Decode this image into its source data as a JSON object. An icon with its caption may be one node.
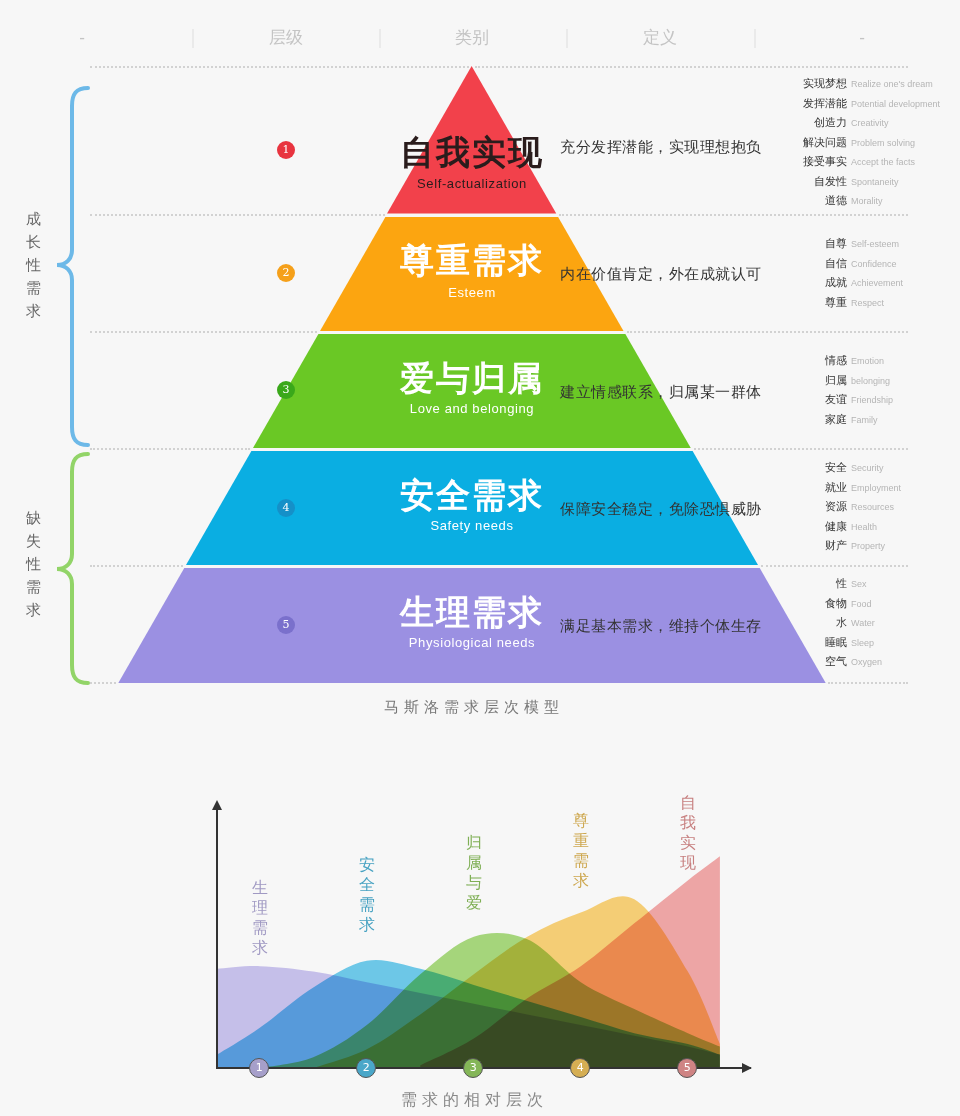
{
  "diagram": {
    "caption": "马斯洛需求层次模型",
    "nodes": [
      {
        "text": [
          "自我实现",
          "Self-actualization"
        ],
        "beside": [
          "充分发挥潜能，实现理想抱负"
        ]
      },
      {
        "text": [
          "1"
        ]
      },
      {
        "text": [
          "尊重需求",
          "Esteem"
        ],
        "beside": [
          "内在价值肯定，外在成就认可"
        ]
      },
      {
        "text": [
          "2"
        ]
      },
      {
        "text": [
          "爱与归属",
          "Love and belonging"
        ],
        "beside": [
          "建立情感联系，归属某一群体"
        ]
      },
      {
        "text": [
          "3"
        ]
      },
      {
        "text": [
          "安全需求",
          "Safety needs"
        ],
        "beside": [
          "保障安全稳定，免除恐惧威胁"
        ]
      },
      {
        "text": [
          "4"
        ],
        "in": 6
      },
      {
        "text": [
          "生理需求",
          "Physiological needs"
        ],
        "beside": [
          "满足基本需求，维持个体生存"
        ]
      },
      {
        "text": [
          "5"
        ],
        "in": 8
      }
    ],
    "labels": [
      "-",
      "层级",
      "类别",
      "定义",
      "-",
      "成长性需求",
      "缺失性需求",
      "实现梦想",
      "Realize one's dream",
      "发挥潜能",
      "Potential development",
      "创造力",
      "Creativity",
      "解决问题",
      "Problem solving",
      "接受事实",
      "Accept the facts",
      "自发性",
      "Spontaneity",
      "道德",
      "Morality",
      "自尊",
      "Self-esteem",
      "自信",
      "Confidence",
      "成就",
      "Achievement",
      "尊重",
      "Respect",
      "情感",
      "Emotion",
      "归属",
      "belonging",
      "友谊",
      "Friendship",
      "家庭",
      "Family",
      "安全",
      "Security",
      "就业",
      "Employment",
      "资源",
      "Resources",
      "健康",
      "Health",
      "财产",
      "Property",
      "性",
      "Sex",
      "食物",
      "Food",
      "水",
      "Water",
      "睡眠",
      "Sleep",
      "空气",
      "Oxygen",
      "生理需求",
      "安全需求",
      "归属与爱",
      "尊重需求",
      "自我实现",
      "1",
      "2",
      "3",
      "4",
      "5",
      "需求的相对层次"
    ]
  }
}
